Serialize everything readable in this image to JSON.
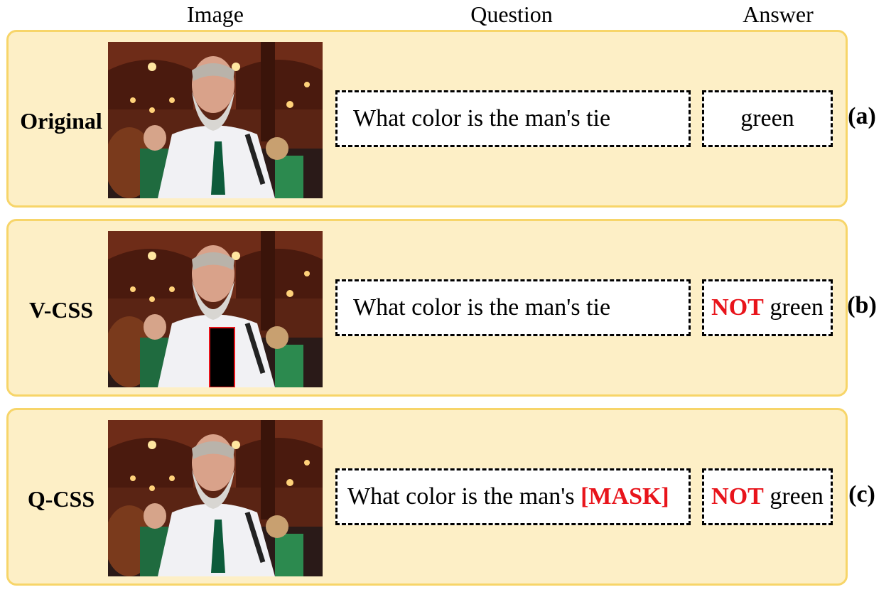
{
  "headers": {
    "image": "Image",
    "question": "Question",
    "answer": "Answer"
  },
  "rows": [
    {
      "label": "Original",
      "question": "What color is the man's tie",
      "answer_prefix": "",
      "answer_text": "green",
      "tag": "(a)",
      "visual_mask": false
    },
    {
      "label": "V-CSS",
      "question": "What color is the man's tie",
      "answer_prefix": "NOT",
      "answer_text": "green",
      "tag": "(b)",
      "visual_mask": true
    },
    {
      "label": "Q-CSS",
      "question_prefix": "What color is the man's",
      "question_mask": "[MASK]",
      "answer_prefix": "NOT",
      "answer_text": "green",
      "tag": "(c)",
      "visual_mask": false
    }
  ],
  "colors": {
    "panel_fill": "#fdefc6",
    "panel_border": "#f7d569",
    "highlight_red": "#e8141b",
    "tie_green": "#0d5b3a"
  },
  "icons": [
    "photo-bearded-man",
    "black-mask-rectangle"
  ]
}
